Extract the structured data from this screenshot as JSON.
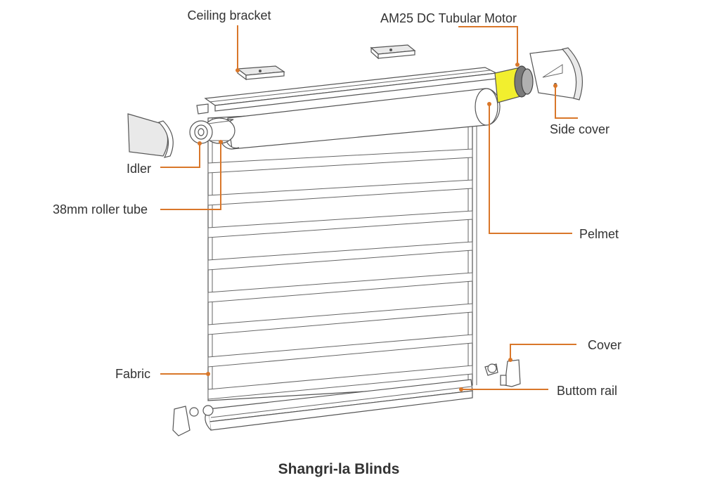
{
  "title": "Shangri-la Blinds",
  "colors": {
    "leader": "#d9772a",
    "motor": "#f2ef2e",
    "outline": "#555555"
  },
  "labels": {
    "ceiling_bracket": "Ceiling bracket",
    "motor": "AM25 DC Tubular Motor",
    "side_cover": "Side cover",
    "idler": "Idler",
    "roller_tube": "38mm roller tube",
    "pelmet": "Pelmet",
    "cover": "Cover",
    "fabric": "Fabric",
    "bottom_rail": "Buttom rail"
  }
}
